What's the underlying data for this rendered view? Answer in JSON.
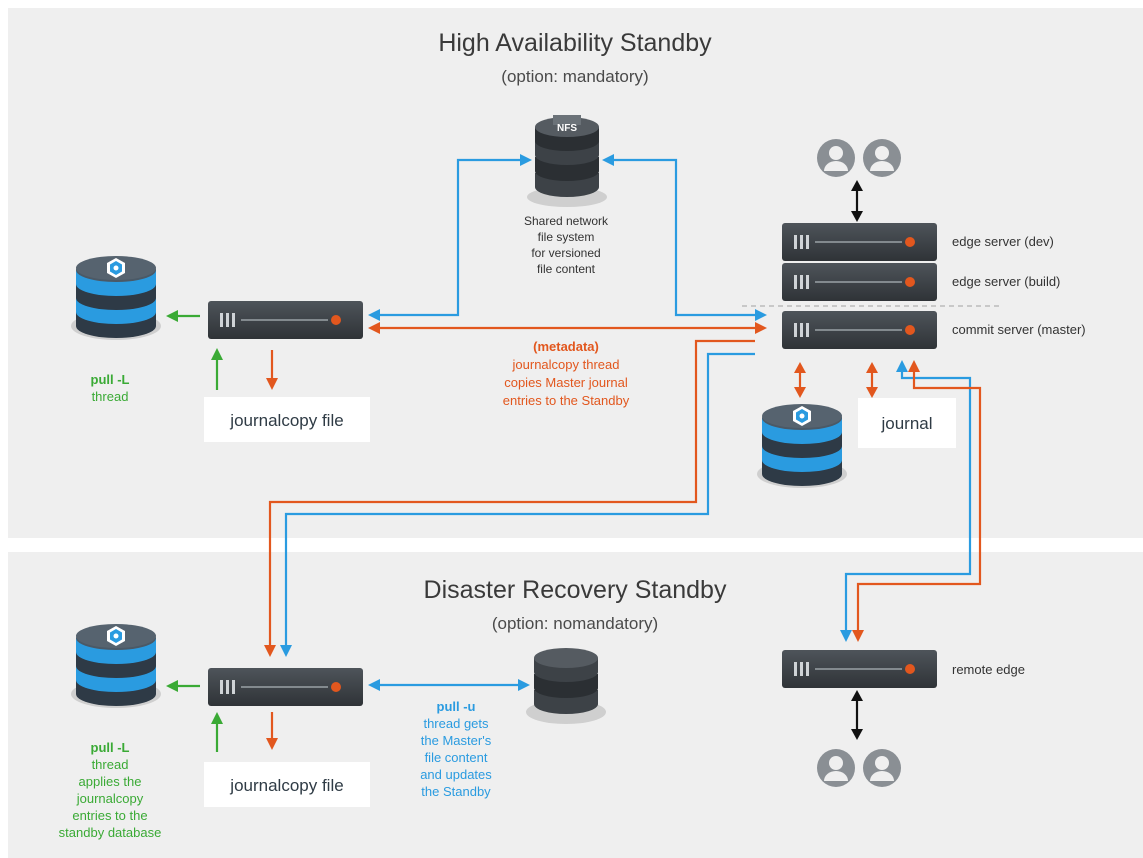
{
  "ha": {
    "title": "High Availability Standby",
    "subtitle": "(option: mandatory)"
  },
  "dr": {
    "title": "Disaster Recovery Standby",
    "subtitle": "(option: nomandatory)"
  },
  "nfs": {
    "badge": "NFS",
    "caption": [
      "Shared network",
      "file system",
      "for versioned",
      "file content"
    ]
  },
  "servers": {
    "edge_dev": "edge server (dev)",
    "edge_build": "edge server (build)",
    "commit": "commit server (master)",
    "remote_edge": "remote edge"
  },
  "metadata": {
    "head": "(metadata)",
    "lines": [
      "journalcopy thread",
      "copies Master journal",
      "entries to the Standby"
    ]
  },
  "ha_pull": {
    "head": "pull -L",
    "lines": [
      "thread"
    ]
  },
  "ha_journalcopy": "journalcopy file",
  "journal": "journal",
  "dr_pull": {
    "head": "pull -L",
    "lines": [
      "thread",
      "applies the",
      "journalcopy",
      "entries to the",
      "standby database"
    ]
  },
  "dr_journalcopy": "journalcopy file",
  "pull_u": {
    "head": "pull -u",
    "lines": [
      "thread gets",
      "the Master's",
      "file content",
      "and updates",
      "the Standby"
    ]
  },
  "colors": {
    "orange": "#e2571e",
    "blue": "#2a9be0",
    "green": "#3aaa35",
    "server": "#3d4247",
    "db_blue": "#2a9be0",
    "panel": "#efefef"
  }
}
